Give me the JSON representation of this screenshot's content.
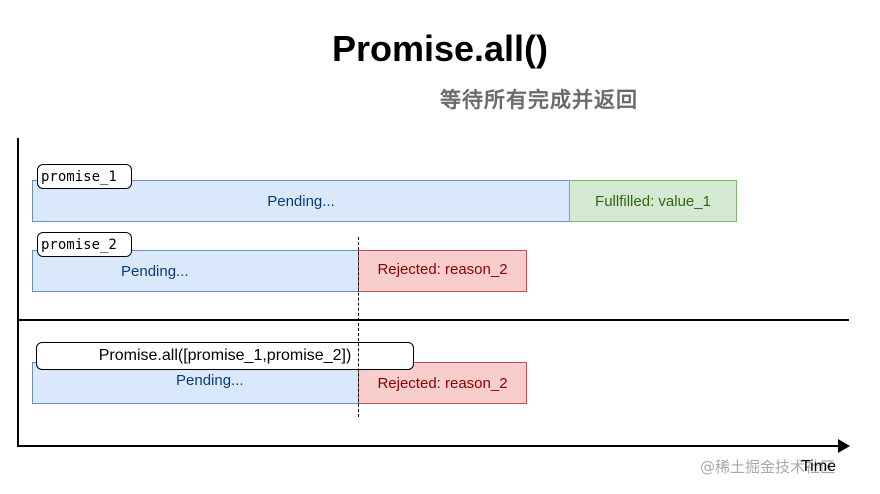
{
  "title": "Promise.all()",
  "subtitle": "等待所有完成并返回",
  "rows": {
    "promise1": {
      "tag": "promise_1",
      "pending": "Pending...",
      "result": "Fullfilled: value_1"
    },
    "promise2": {
      "tag": "promise_2",
      "pending": "Pending...",
      "result": "Rejected: reason_2"
    },
    "all": {
      "tag": "Promise.all([promise_1,promise_2])",
      "pending": "Pending...",
      "result": "Rejected: reason_2"
    }
  },
  "axis": {
    "x_label": "Time"
  },
  "watermark": "@稀土掘金技术社区",
  "colors": {
    "pending_fill": "#dae8fc",
    "pending_stroke": "#6c8ebf",
    "fulfilled_fill": "#d5e8d4",
    "fulfilled_stroke": "#82b366",
    "rejected_fill": "#f8cecc",
    "rejected_stroke": "#b85450"
  }
}
